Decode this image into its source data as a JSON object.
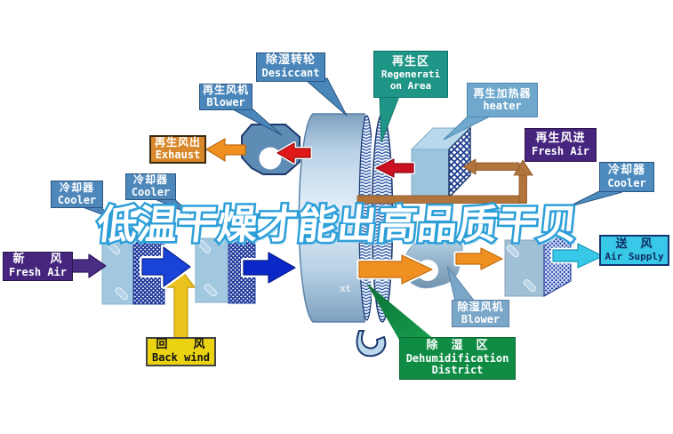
{
  "watermark": "低温干燥才能出高品质干贝",
  "labels": {
    "desiccant": {
      "zh": "除湿转轮",
      "en": "Desiccant"
    },
    "regen_blower": {
      "zh": "再生风机",
      "en": "Blower"
    },
    "regen_area": {
      "zh": "再生区",
      "en1": "Regenerati",
      "en2": "on Area"
    },
    "heater": {
      "zh": "再生加热器",
      "en": "heater"
    },
    "exhaust": {
      "zh": "再生风出",
      "en": "Exhaust"
    },
    "regen_fresh": {
      "zh": "再生风进",
      "en": "Fresh Air"
    },
    "cooler_right": {
      "zh": "冷却器",
      "en": "Cooler"
    },
    "cooler_mid": {
      "zh": "冷却器",
      "en": "Cooler"
    },
    "cooler_left": {
      "zh": "冷却器",
      "en": "Cooler"
    },
    "fresh_air": {
      "zh": "新　　风",
      "en": "Fresh Air"
    },
    "air_supply": {
      "zh": "送　风",
      "en": "Air Supply"
    },
    "back_wind": {
      "zh": "回　　风",
      "en": "Back wind"
    },
    "dehumid_blower": {
      "zh": "除湿风机",
      "en": "Blower"
    },
    "dehumid_area": {
      "zh": "除　湿　区",
      "en1": "Dehumidification",
      "en2": "District"
    }
  },
  "colors": {
    "label_steel_blue": "#4a86ba",
    "label_teal": "#1f9587",
    "label_light_blue": "#6fa8cc",
    "label_orange": "#d8882a",
    "label_purple": "#46257e",
    "label_cyan": "#38c8e8",
    "label_yellow": "#ecd312",
    "label_green": "#0f8c44",
    "arrow_red": "#e01818",
    "arrow_orange": "#f09020",
    "arrow_blue": "#1a43d8",
    "arrow_purple": "#4a2d85",
    "arrow_yellow": "#eac31f",
    "arrow_cyan": "#38c8e8",
    "pipe_brown": "#b0743c",
    "watermark_blue": "#2d9fd8"
  }
}
